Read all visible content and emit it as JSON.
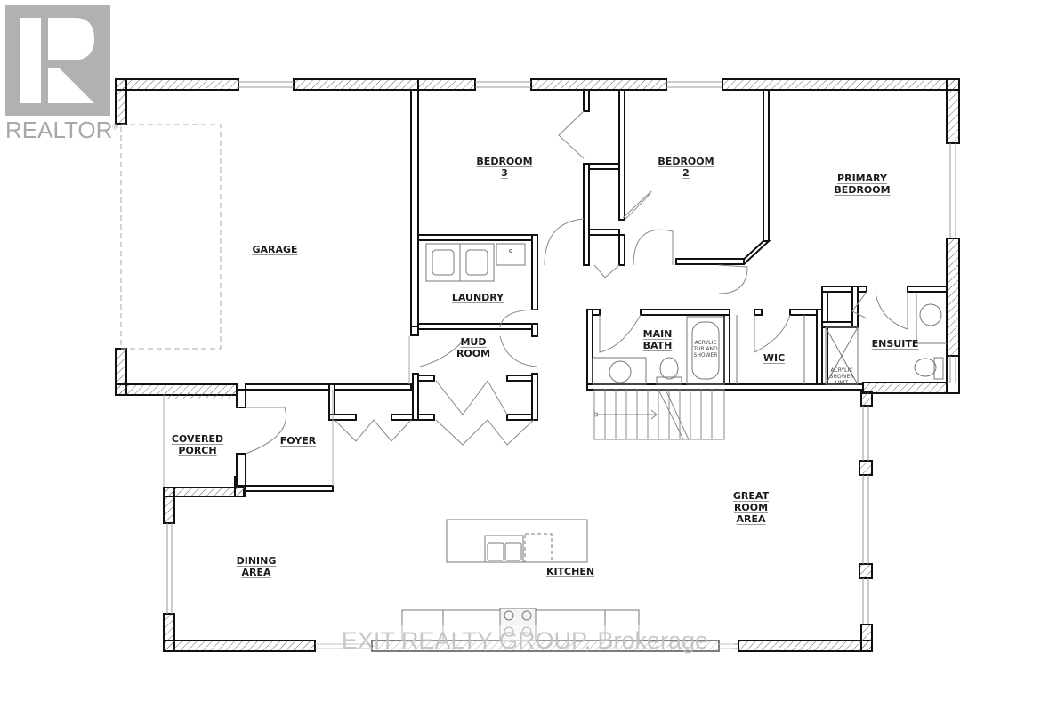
{
  "logo": {
    "name": "REALTOR",
    "glyph": "R",
    "registered_mark": "®",
    "color": "#b1b1b1"
  },
  "watermark": {
    "text": "EXIT REALTY GROUP, Brokerage"
  },
  "rooms": [
    {
      "id": "garage",
      "label": "GARAGE"
    },
    {
      "id": "bedroom-3",
      "label": "BEDROOM\n3"
    },
    {
      "id": "bedroom-2",
      "label": "BEDROOM\n2"
    },
    {
      "id": "primary-bedroom",
      "label": "PRIMARY\nBEDROOM"
    },
    {
      "id": "laundry",
      "label": "LAUNDRY"
    },
    {
      "id": "mud-room",
      "label": "MUD\nROOM"
    },
    {
      "id": "main-bath",
      "label": "MAIN\nBATH"
    },
    {
      "id": "wic",
      "label": "WIC"
    },
    {
      "id": "ensuite",
      "label": "ENSUITE"
    },
    {
      "id": "covered-porch",
      "label": "COVERED\nPORCH"
    },
    {
      "id": "foyer",
      "label": "FOYER"
    },
    {
      "id": "great-room",
      "label": "GREAT\nROOM\nAREA"
    },
    {
      "id": "dining-area",
      "label": "DINING\nAREA"
    },
    {
      "id": "kitchen",
      "label": "KITCHEN"
    }
  ],
  "fixtures": {
    "tub_note": "ACRYLIC\nTUB AND\nSHOWER",
    "shower_note": "ACRYLIC\nSHOWER\nUNIT"
  },
  "colors": {
    "wall": "#111111",
    "hatch": "#555555",
    "fixture_line": "#777777",
    "background": "#ffffff"
  }
}
